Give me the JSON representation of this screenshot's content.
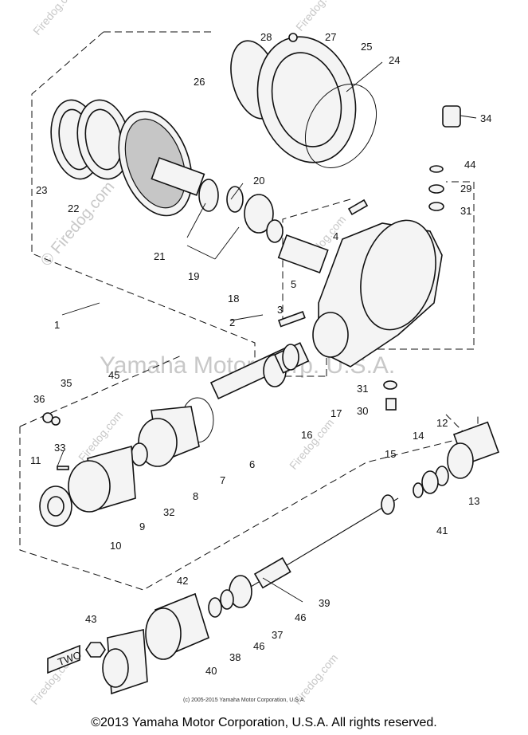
{
  "watermarks": {
    "firedog": "© Firedog.com",
    "firedog_short": "Firedog.com",
    "yamaha": "Yamaha Motor Corp. U.S.A."
  },
  "stamp": "TWO",
  "small_copyright": "(c) 2005-2015 Yamaha Motor Corporation, U.S.A.",
  "footer": "©2013 Yamaha Motor Corporation, U.S.A. All rights reserved.",
  "callouts": [
    {
      "id": "c28",
      "label": "28"
    },
    {
      "id": "c27",
      "label": "27"
    },
    {
      "id": "c25",
      "label": "25"
    },
    {
      "id": "c26",
      "label": "26"
    },
    {
      "id": "c24",
      "label": "24"
    },
    {
      "id": "c34",
      "label": "34"
    },
    {
      "id": "c44",
      "label": "44"
    },
    {
      "id": "c29",
      "label": "29"
    },
    {
      "id": "c31a",
      "label": "31"
    },
    {
      "id": "c23",
      "label": "23"
    },
    {
      "id": "c22",
      "label": "22"
    },
    {
      "id": "c20",
      "label": "20"
    },
    {
      "id": "c4",
      "label": "4"
    },
    {
      "id": "c21",
      "label": "21"
    },
    {
      "id": "c19",
      "label": "19"
    },
    {
      "id": "c5",
      "label": "5"
    },
    {
      "id": "c18",
      "label": "18"
    },
    {
      "id": "c3",
      "label": "3"
    },
    {
      "id": "c1",
      "label": "1"
    },
    {
      "id": "c2",
      "label": "2"
    },
    {
      "id": "c45",
      "label": "45"
    },
    {
      "id": "c31b",
      "label": "31"
    },
    {
      "id": "c17",
      "label": "17"
    },
    {
      "id": "c36",
      "label": "36"
    },
    {
      "id": "c35",
      "label": "35"
    },
    {
      "id": "c30",
      "label": "30"
    },
    {
      "id": "c16",
      "label": "16"
    },
    {
      "id": "c12",
      "label": "12"
    },
    {
      "id": "c33",
      "label": "33"
    },
    {
      "id": "c6",
      "label": "6"
    },
    {
      "id": "c14",
      "label": "14"
    },
    {
      "id": "c15",
      "label": "15"
    },
    {
      "id": "c11",
      "label": "11"
    },
    {
      "id": "c7",
      "label": "7"
    },
    {
      "id": "c8",
      "label": "8"
    },
    {
      "id": "c13",
      "label": "13"
    },
    {
      "id": "c32",
      "label": "32"
    },
    {
      "id": "c9",
      "label": "9"
    },
    {
      "id": "c41",
      "label": "41"
    },
    {
      "id": "c10",
      "label": "10"
    },
    {
      "id": "c42",
      "label": "42"
    },
    {
      "id": "c39",
      "label": "39"
    },
    {
      "id": "c46a",
      "label": "46"
    },
    {
      "id": "c43",
      "label": "43"
    },
    {
      "id": "c37",
      "label": "37"
    },
    {
      "id": "c46b",
      "label": "46"
    },
    {
      "id": "c40",
      "label": "40"
    },
    {
      "id": "c38",
      "label": "38"
    }
  ]
}
